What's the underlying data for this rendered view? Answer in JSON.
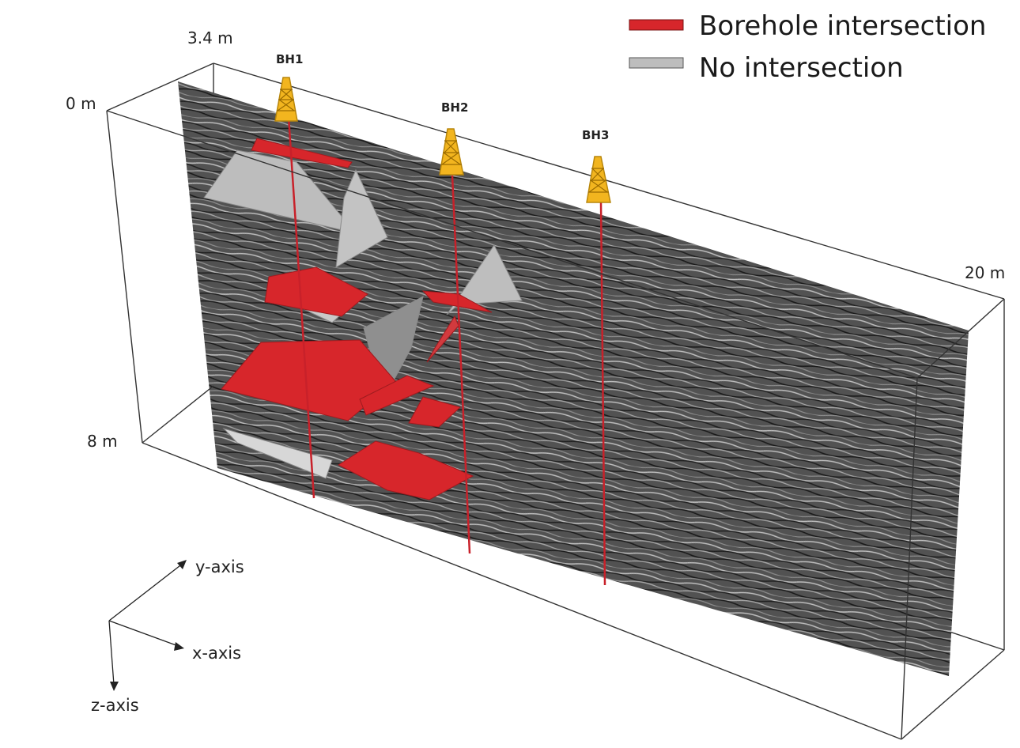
{
  "legend": {
    "items": [
      {
        "label": "Borehole intersection",
        "color": "#d7262b"
      },
      {
        "label": "No intersection",
        "color": "#bdbdbd"
      }
    ]
  },
  "dimensions": {
    "width_label": "3.4 m",
    "top_depth_label": "0 m",
    "bottom_depth_label": "8 m",
    "length_label": "20 m"
  },
  "boreholes": [
    {
      "label": "BH1",
      "icon": "drill-rig-icon"
    },
    {
      "label": "BH2",
      "icon": "drill-rig-icon"
    },
    {
      "label": "BH3",
      "icon": "drill-rig-icon"
    }
  ],
  "axes": {
    "y_label": "y-axis",
    "x_label": "x-axis",
    "z_label": "z-axis"
  },
  "colors": {
    "intersection": "#d7262b",
    "no_intersection": "#bdbdbd",
    "rig": "#f2b51f",
    "radar_section": "#5a5a5a"
  }
}
